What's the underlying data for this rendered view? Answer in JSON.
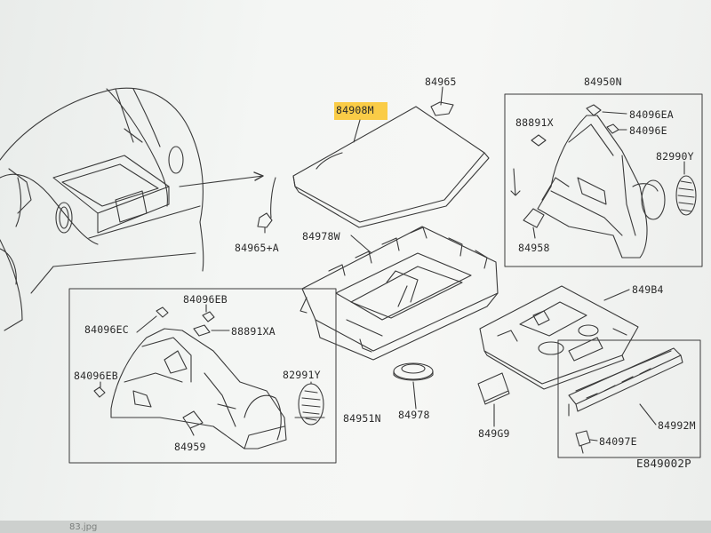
{
  "diagram": {
    "ref_code": "E849002P",
    "highlighted_label": "84908M",
    "labels": {
      "l84908M": "84908M",
      "l84965": "84965",
      "l84965A": "84965+A",
      "l84978W": "84978W",
      "l84978": "84978",
      "l849G9": "849G9",
      "l84950N": "84950N",
      "l88891X": "88891X",
      "l84096EA": "84096EA",
      "l84096E": "84096E",
      "l82990Y": "82990Y",
      "l84958": "84958",
      "l84984": "849B4",
      "l84992M": "84992M",
      "l84097E": "84097E",
      "l84096EB_top": "84096EB",
      "l84096EC": "84096EC",
      "l88891XA": "88891XA",
      "l84096EB_left": "84096EB",
      "l82991Y": "82991Y",
      "l84951N": "84951N",
      "l84959": "84959"
    }
  },
  "statusbar": {
    "filename": "83.jpg"
  },
  "colors": {
    "line": "#3a3a3a",
    "highlight": "#f5c229",
    "paper": "#f4f6f4"
  }
}
